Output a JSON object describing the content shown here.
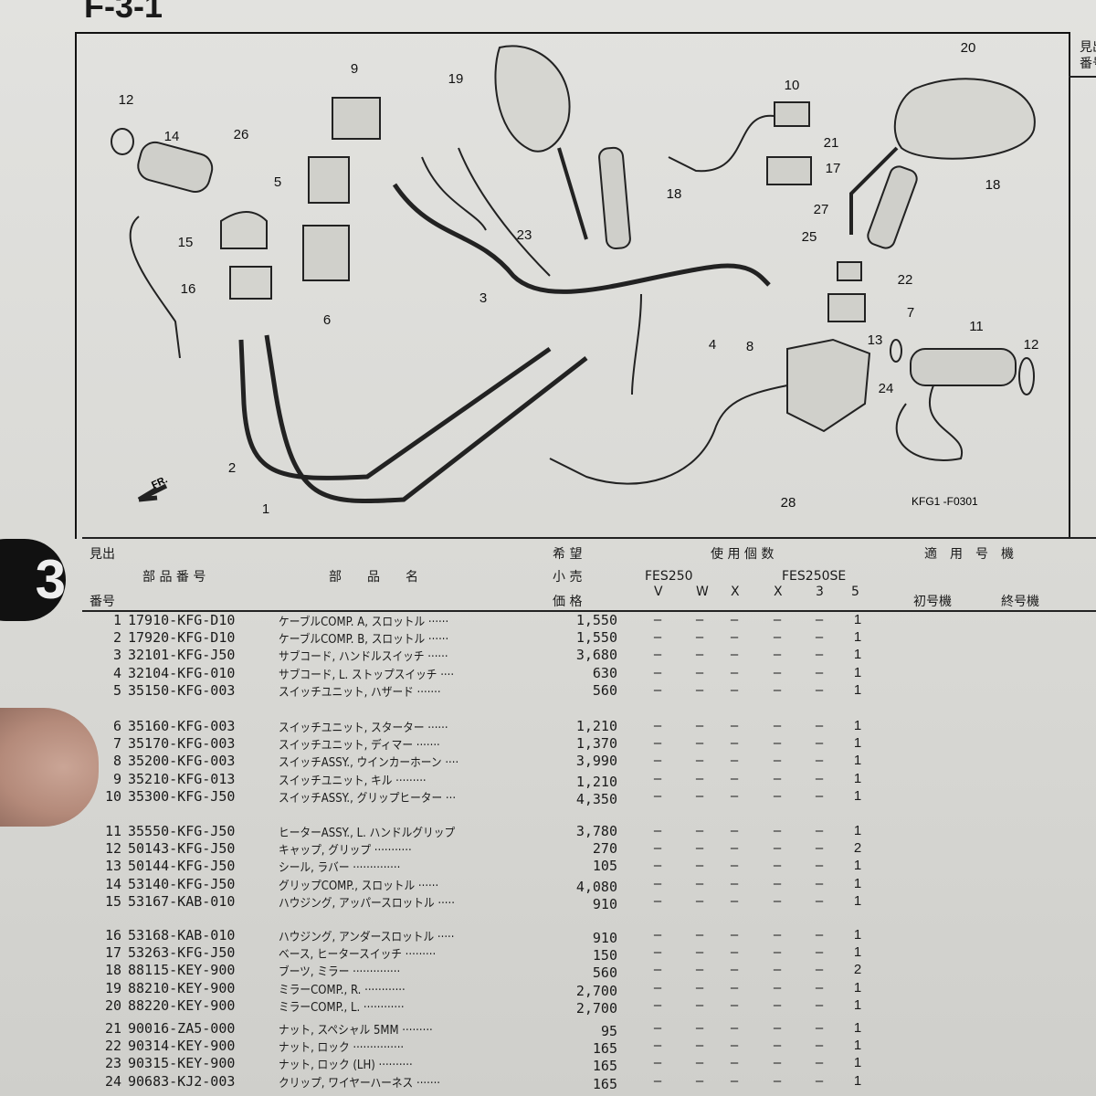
{
  "page": {
    "figure_code": "F-3-1",
    "section_tab": "3"
  },
  "diagram": {
    "drawing_id": "KFG1 -F0301",
    "front_label": "FR.",
    "callouts": [
      "12",
      "14",
      "26",
      "9",
      "5",
      "15",
      "16",
      "6",
      "3",
      "19",
      "18",
      "23",
      "10",
      "21",
      "17",
      "27",
      "25",
      "20",
      "18",
      "22",
      "7",
      "13",
      "11",
      "12",
      "4",
      "8",
      "24",
      "2",
      "1",
      "28"
    ]
  },
  "right_column": {
    "header_line1": "見出",
    "header_line2": "番号"
  },
  "table": {
    "headers": {
      "index_top": "見出",
      "index_bottom": "番号",
      "part_number": "部 品 番 号",
      "part_name": "部　　品　　名",
      "price_1": "希 望",
      "price_2": "小 売",
      "price_3": "価 格",
      "usage": "使 用 個 数",
      "model_1": "FES250",
      "model_2": "FES250SE",
      "variants": [
        "V",
        "W",
        "X",
        "X",
        "3",
        "5"
      ],
      "applicable": "適　用　号　機",
      "first_frame": "初号機",
      "last_frame": "終号機"
    },
    "rows": [
      {
        "no": "1",
        "part": "17910-KFG-D10",
        "name": "ケーブルCOMP. A, スロットル ······",
        "price": "1,550",
        "qty": [
          "–",
          "–",
          "–",
          "–",
          "–",
          "1"
        ]
      },
      {
        "no": "2",
        "part": "17920-KFG-D10",
        "name": "ケーブルCOMP. B, スロットル ······",
        "price": "1,550",
        "qty": [
          "–",
          "–",
          "–",
          "–",
          "–",
          "1"
        ]
      },
      {
        "no": "3",
        "part": "32101-KFG-J50",
        "name": "サブコード, ハンドルスイッチ ······",
        "price": "3,680",
        "qty": [
          "–",
          "–",
          "–",
          "–",
          "–",
          "1"
        ]
      },
      {
        "no": "4",
        "part": "32104-KFG-010",
        "name": "サブコード, L. ストップスイッチ ····",
        "price": "630",
        "qty": [
          "–",
          "–",
          "–",
          "–",
          "–",
          "1"
        ]
      },
      {
        "no": "5",
        "part": "35150-KFG-003",
        "name": "スイッチユニット, ハザード ·······",
        "price": "560",
        "qty": [
          "–",
          "–",
          "–",
          "–",
          "–",
          "1"
        ]
      },
      {
        "no": "6",
        "part": "35160-KFG-003",
        "name": "スイッチユニット, スターター ······",
        "price": "1,210",
        "qty": [
          "–",
          "–",
          "–",
          "–",
          "–",
          "1"
        ]
      },
      {
        "no": "7",
        "part": "35170-KFG-003",
        "name": "スイッチユニット, ディマー ·······",
        "price": "1,370",
        "qty": [
          "–",
          "–",
          "–",
          "–",
          "–",
          "1"
        ]
      },
      {
        "no": "8",
        "part": "35200-KFG-003",
        "name": "スイッチASSY., ウインカーホーン ····",
        "price": "3,990",
        "qty": [
          "–",
          "–",
          "–",
          "–",
          "–",
          "1"
        ]
      },
      {
        "no": "9",
        "part": "35210-KFG-013",
        "name": "スイッチユニット, キル ·········",
        "price": "1,210",
        "qty": [
          "–",
          "–",
          "–",
          "–",
          "–",
          "1"
        ]
      },
      {
        "no": "10",
        "part": "35300-KFG-J50",
        "name": "スイッチASSY., グリップヒーター ···",
        "price": "4,350",
        "qty": [
          "–",
          "–",
          "–",
          "–",
          "–",
          "1"
        ]
      },
      {
        "no": "11",
        "part": "35550-KFG-J50",
        "name": "ヒーターASSY., L. ハンドルグリップ",
        "price": "3,780",
        "qty": [
          "–",
          "–",
          "–",
          "–",
          "–",
          "1"
        ]
      },
      {
        "no": "12",
        "part": "50143-KFG-J50",
        "name": "キャップ, グリップ ···········",
        "price": "270",
        "qty": [
          "–",
          "–",
          "–",
          "–",
          "–",
          "2"
        ]
      },
      {
        "no": "13",
        "part": "50144-KFG-J50",
        "name": "シール, ラバー ··············",
        "price": "105",
        "qty": [
          "–",
          "–",
          "–",
          "–",
          "–",
          "1"
        ]
      },
      {
        "no": "14",
        "part": "53140-KFG-J50",
        "name": "グリップCOMP., スロットル ······",
        "price": "4,080",
        "qty": [
          "–",
          "–",
          "–",
          "–",
          "–",
          "1"
        ]
      },
      {
        "no": "15",
        "part": "53167-KAB-010",
        "name": "ハウジング, アッパースロットル ·····",
        "price": "910",
        "qty": [
          "–",
          "–",
          "–",
          "–",
          "–",
          "1"
        ]
      },
      {
        "no": "16",
        "part": "53168-KAB-010",
        "name": "ハウジング, アンダースロットル ·····",
        "price": "910",
        "qty": [
          "–",
          "–",
          "–",
          "–",
          "–",
          "1"
        ]
      },
      {
        "no": "17",
        "part": "53263-KFG-J50",
        "name": "ベース, ヒータースイッチ ·········",
        "price": "150",
        "qty": [
          "–",
          "–",
          "–",
          "–",
          "–",
          "1"
        ]
      },
      {
        "no": "18",
        "part": "88115-KEY-900",
        "name": "ブーツ, ミラー ··············",
        "price": "560",
        "qty": [
          "–",
          "–",
          "–",
          "–",
          "–",
          "2"
        ]
      },
      {
        "no": "19",
        "part": "88210-KEY-900",
        "name": "ミラーCOMP., R. ············",
        "price": "2,700",
        "qty": [
          "–",
          "–",
          "–",
          "–",
          "–",
          "1"
        ]
      },
      {
        "no": "20",
        "part": "88220-KEY-900",
        "name": "ミラーCOMP., L. ············",
        "price": "2,700",
        "qty": [
          "–",
          "–",
          "–",
          "–",
          "–",
          "1"
        ]
      },
      {
        "no": "21",
        "part": "90016-ZA5-000",
        "name": "ナット, スペシャル 5MM ·········",
        "price": "95",
        "qty": [
          "–",
          "–",
          "–",
          "–",
          "–",
          "1"
        ]
      },
      {
        "no": "22",
        "part": "90314-KEY-900",
        "name": "ナット, ロック ···············",
        "price": "165",
        "qty": [
          "–",
          "–",
          "–",
          "–",
          "–",
          "1"
        ]
      },
      {
        "no": "23",
        "part": "90315-KEY-900",
        "name": "ナット, ロック (LH) ··········",
        "price": "165",
        "qty": [
          "–",
          "–",
          "–",
          "–",
          "–",
          "1"
        ]
      },
      {
        "no": "24",
        "part": "90683-KJ2-003",
        "name": "クリップ, ワイヤーハーネス ·······",
        "price": "165",
        "qty": [
          "–",
          "–",
          "–",
          "–",
          "–",
          "1"
        ]
      }
    ]
  }
}
